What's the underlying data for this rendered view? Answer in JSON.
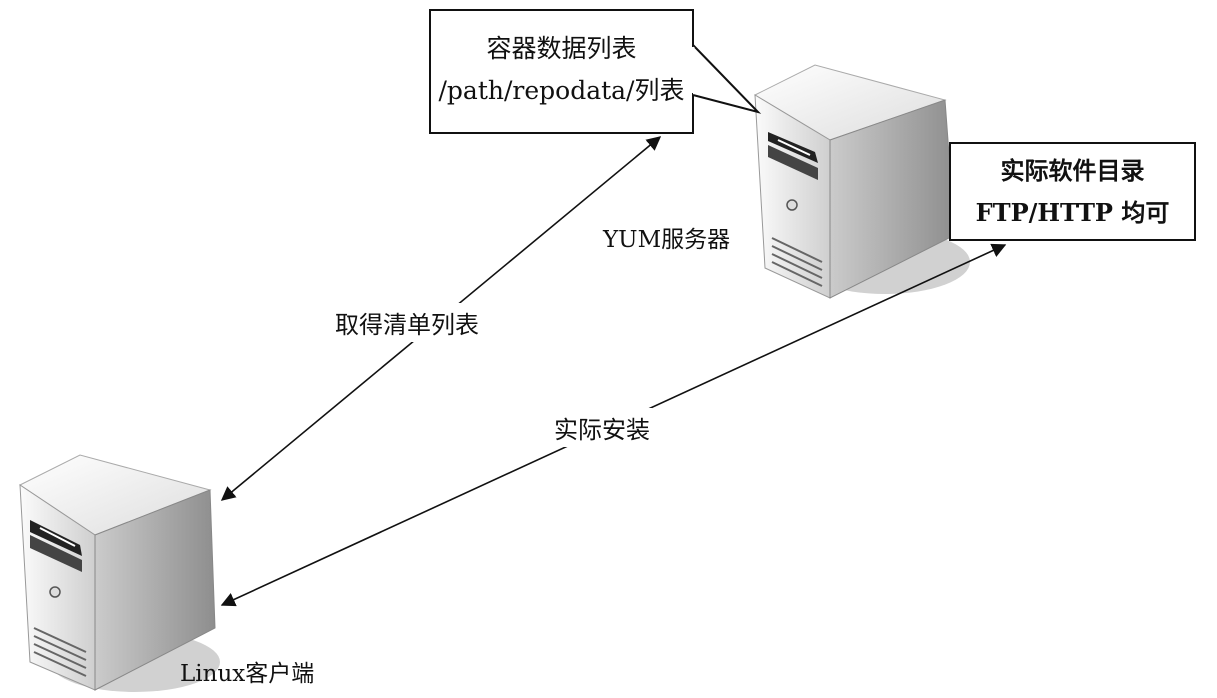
{
  "callouts": {
    "repodata": {
      "line1": "容器数据列表",
      "line2": "/path/repodata/列表"
    },
    "software_dir": {
      "line1": "实际软件目录",
      "line2": "FTP/HTTP 均可"
    }
  },
  "nodes": {
    "yum_server": {
      "label": "YUM服务器",
      "icon": "server-tower-icon"
    },
    "linux_client": {
      "label": "Linux客户端",
      "icon": "server-tower-icon"
    }
  },
  "edges": {
    "get_list": {
      "label": "取得清单列表"
    },
    "install": {
      "label": "实际安装"
    }
  },
  "colors": {
    "line": "#111111",
    "server_light": "#f4f4f4",
    "server_dark": "#9a9a9a",
    "shadow": "#c9c9c9"
  }
}
